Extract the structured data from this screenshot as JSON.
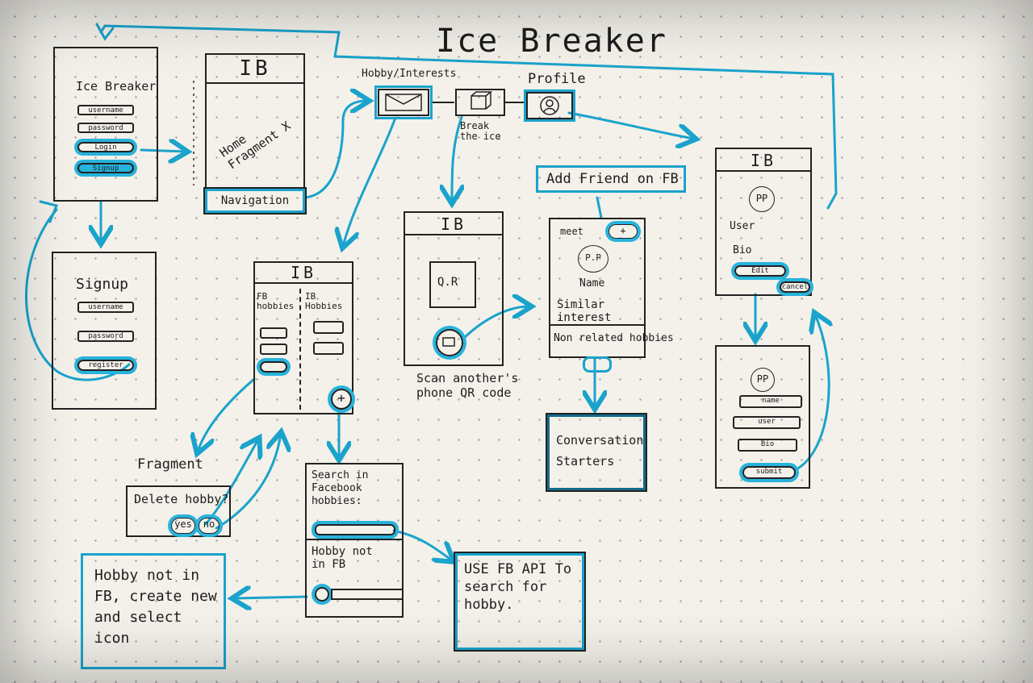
{
  "title": "Ice Breaker",
  "login": {
    "title": "Ice Breaker",
    "username": "username",
    "password": "password",
    "login_btn": "Login",
    "signup_btn": "Signup"
  },
  "home": {
    "header": "IB",
    "fragment": "Home Fragment X",
    "nav": "Navigation"
  },
  "navbar": {
    "hobby_label": "Hobby/Interests",
    "profile_label": "Profile",
    "break_label": "Break the ice"
  },
  "signup": {
    "title": "Signup",
    "username": "username",
    "password": "password",
    "register": "register"
  },
  "hobbies": {
    "header": "IB",
    "fb_col": "FB hobbies",
    "ib_col": "IB Hobbies",
    "plus": "+"
  },
  "fragment": {
    "label": "Fragment",
    "question": "Delete hobby?",
    "yes": "yes",
    "no": "no"
  },
  "qr": {
    "header": "IB",
    "qr_label": "Q.R",
    "caption": "Scan another's phone QR code"
  },
  "meet": {
    "add_fb": "Add Friend on FB",
    "meet": "meet",
    "plus": "+",
    "pp": "P.P",
    "name": "Name",
    "similar": "Similar interest",
    "non_related": "Non related hobbies",
    "conversation": "Conversation Starters"
  },
  "profile": {
    "header": "IB",
    "pp": "PP",
    "user": "User",
    "bio": "Bio",
    "edit": "Edit",
    "cancel": "cancel"
  },
  "edit_profile": {
    "pp": "PP",
    "name": "name",
    "user": "user",
    "bio": "Bio",
    "submit": "submit"
  },
  "search": {
    "title": "Search in Facebook hobbies:",
    "not_in": "Hobby not in FB"
  },
  "fb_api": {
    "text": "USE FB API To search for hobby."
  },
  "create": {
    "text": "Hobby not in FB, create new and select icon"
  },
  "colors": {
    "ink": "#1d1d1d",
    "highlighter": "#1aa3cc",
    "paper": "#f3f1ea"
  }
}
